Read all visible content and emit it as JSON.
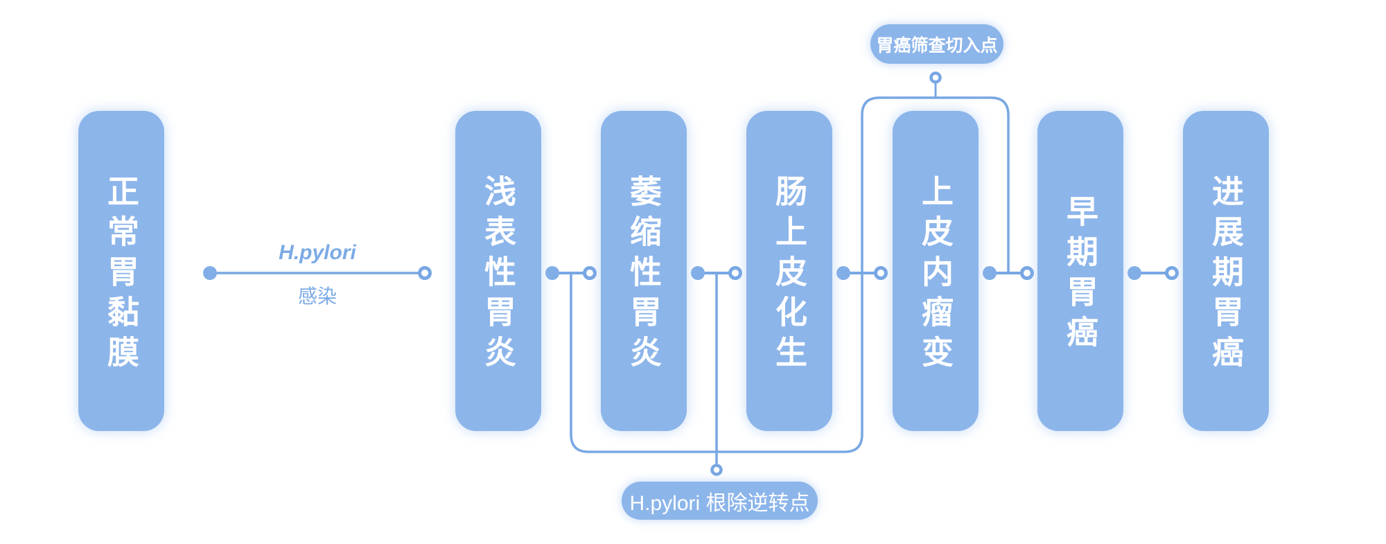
{
  "diagram": {
    "type": "disease-progression-flow",
    "description": "Gastric cancer progression cascade with annotation points",
    "stages": [
      {
        "label": "正常胃黏膜"
      },
      {
        "label": "浅表性胃炎"
      },
      {
        "label": "萎缩性胃炎"
      },
      {
        "label": "肠上皮化生"
      },
      {
        "label": "上皮内瘤变"
      },
      {
        "label": "早期胃癌"
      },
      {
        "label": "进展期胃癌"
      }
    ],
    "edge_label": {
      "line1": "H.pylori",
      "line2": "感染"
    },
    "annotations": {
      "screening_entry": "胃癌筛查切入点",
      "eradication_reversal": "H.pylori 根除逆转点"
    },
    "connections": {
      "flow_order": "正常胃黏膜 → 浅表性胃炎 → 萎缩性胃炎 → 肠上皮化生 → 上皮内瘤变 → 早期胃癌 → 进展期胃癌",
      "screening_entry_spans": "上皮内瘤变 (between 肠上皮化生→上皮内瘤变 and 上皮内瘤变→早期胃癌)",
      "eradication_reversal_spans": "浅表性胃炎→萎缩性胃炎, 萎缩性胃炎→肠上皮化生, 肠上皮化生→上皮内瘤变"
    },
    "colors": {
      "background": "#ffffff",
      "box_fill": "#8cb5ea",
      "box_text": "#ffffff",
      "wire": "#78a7e3",
      "dot_fill": "#82aee7",
      "edge_label_text": "#7cabe5"
    },
    "markers": {
      "edge_start": "filled-dot",
      "edge_end": "open-ring"
    }
  }
}
